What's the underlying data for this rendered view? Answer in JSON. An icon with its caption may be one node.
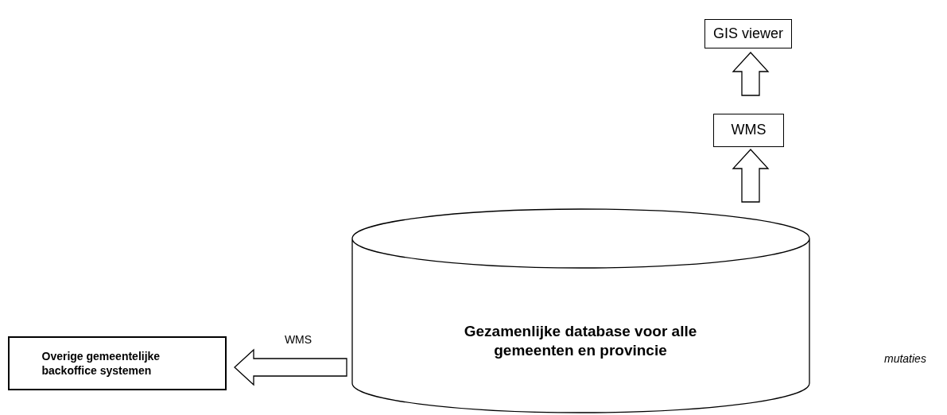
{
  "diagram": {
    "nodes": [
      {
        "text": [
          "GIS viewer"
        ]
      },
      {
        "text": [
          "WMS"
        ]
      },
      {
        "text": [
          "Gezamenlijke database voor alle gemeenten en provincie"
        ]
      },
      {
        "text": [
          "Overige gemeentelijke backoffice systemen"
        ]
      }
    ],
    "edges": [
      {
        "from": 2,
        "to": 1,
        "arrow": "to"
      },
      {
        "from": 1,
        "to": 0,
        "arrow": "to"
      },
      {
        "from": 2,
        "to": 3,
        "arrow": "to",
        "label": "WMS"
      }
    ],
    "labels": [
      "mutaties"
    ]
  }
}
